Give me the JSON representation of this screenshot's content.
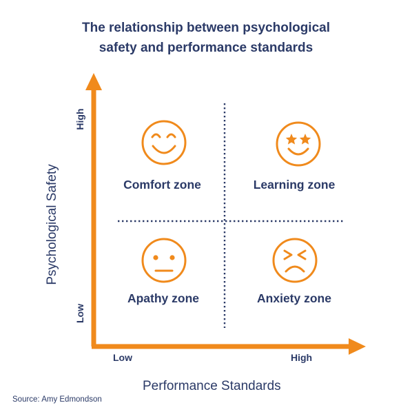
{
  "title": {
    "line1": "The relationship between psychological",
    "line2": "safety and performance standards"
  },
  "y_axis": {
    "title": "Psychological Safety",
    "high": "High",
    "low": "Low"
  },
  "x_axis": {
    "title": "Performance Standards",
    "low": "Low",
    "high": "High"
  },
  "zones": {
    "comfort": {
      "label": "Comfort zone",
      "icon": "smiling-face-icon"
    },
    "learning": {
      "label": "Learning zone",
      "icon": "star-eyes-face-icon"
    },
    "apathy": {
      "label": "Apathy zone",
      "icon": "neutral-face-icon"
    },
    "anxiety": {
      "label": "Anxiety zone",
      "icon": "anxious-face-icon"
    }
  },
  "source": "Source: Amy Edmondson",
  "colors": {
    "accent": "#f08a1c",
    "text": "#2b3a67"
  }
}
